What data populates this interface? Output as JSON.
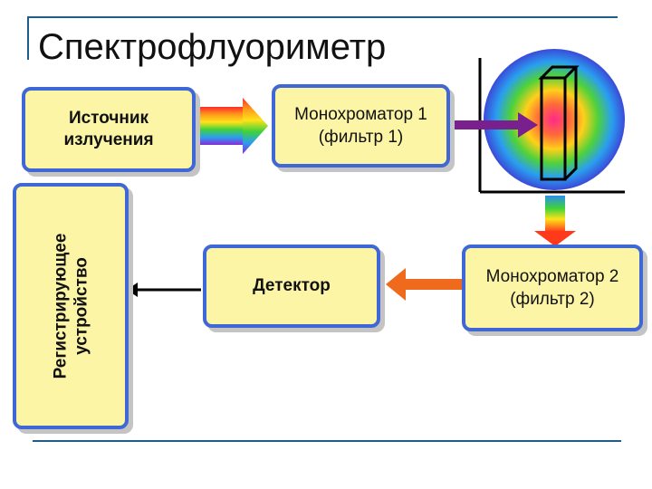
{
  "title": "Спектрофлуориметр",
  "boxes": {
    "source": "Источник\nизлучения",
    "monochromator1": "Монохроматор 1\n(фильтр 1)",
    "recorder": "Регистрирующее\nустройство",
    "detector": "Детектор",
    "monochromator2": "Монохроматор 2\n(фильтр 2)"
  },
  "colors": {
    "box_fill": "#fdf5a6",
    "box_border": "#3f67d6",
    "frame_line": "#1f5d8a",
    "excitation_arrow": "#7a1f8e",
    "emission_arrow": "#f06a1e",
    "output_arrow": "#000000"
  }
}
